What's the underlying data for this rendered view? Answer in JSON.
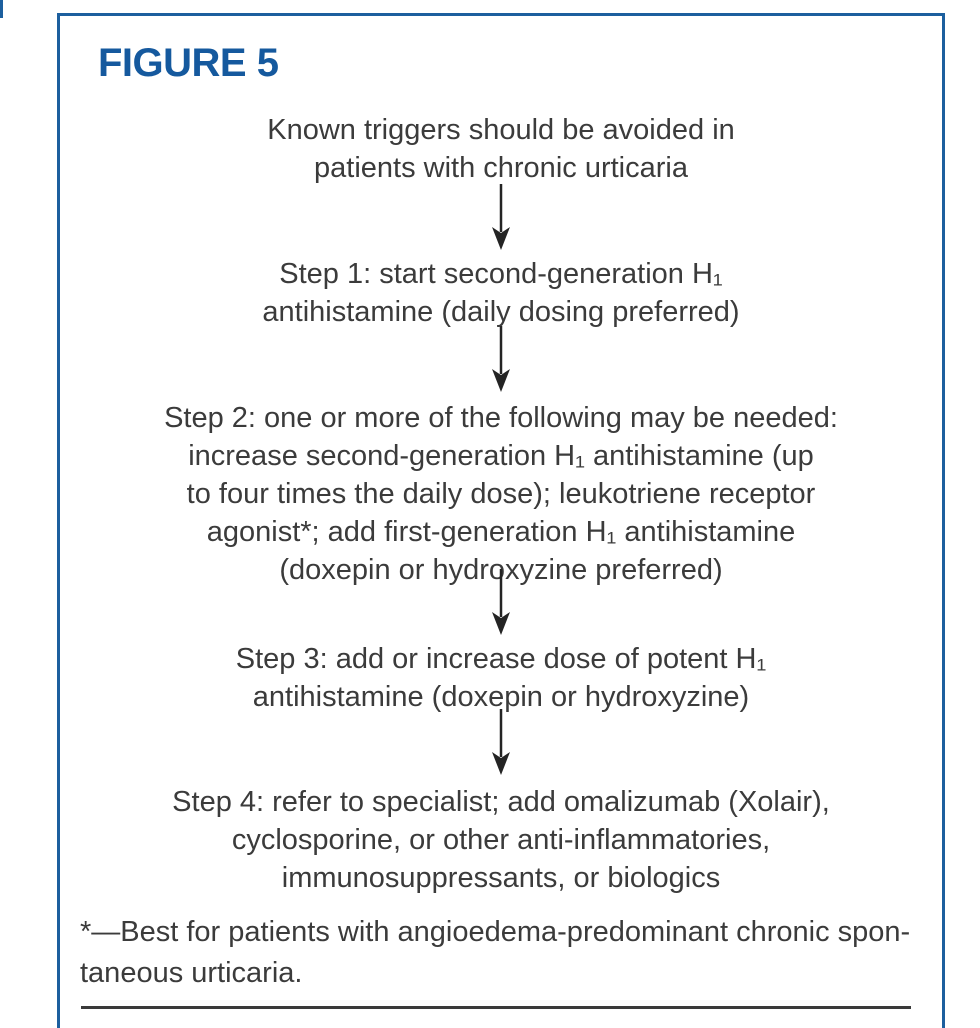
{
  "figure": {
    "label": "FIGURE 5",
    "accent_color": "#1c5f9e",
    "title_color": "#15599e",
    "text_color": "#3b3b3b",
    "rule_color": "#3a3a3a"
  },
  "flowchart": {
    "nodes": [
      {
        "id": "avoid-triggers",
        "lines": [
          "Known triggers should be avoided in",
          "patients with chronic urticaria"
        ]
      },
      {
        "id": "step-1",
        "lines": [
          "Step 1: start second-generation H₁",
          "antihistamine (daily dosing preferred)"
        ]
      },
      {
        "id": "step-2",
        "lines": [
          "Step 2: one or more of the following may be needed:",
          "increase second-generation H₁ antihistamine (up",
          "to four times the daily dose); leukotriene receptor",
          "agonist*; add first-generation H₁ antihistamine",
          "(doxepin or hydroxyzine preferred)"
        ]
      },
      {
        "id": "step-3",
        "lines": [
          "Step 3: add or increase dose of potent H₁",
          "antihistamine (doxepin or hydroxyzine)"
        ]
      },
      {
        "id": "step-4",
        "lines": [
          "Step 4: refer to specialist; add omalizumab (Xolair),",
          "cyclosporine, or other anti-inflammatories,",
          "immunosuppressants, or biologics"
        ]
      }
    ]
  },
  "footnote": {
    "lines": [
      "*—Best for patients with angioedema-predominant chronic spon-",
      "taneous urticaria."
    ]
  }
}
